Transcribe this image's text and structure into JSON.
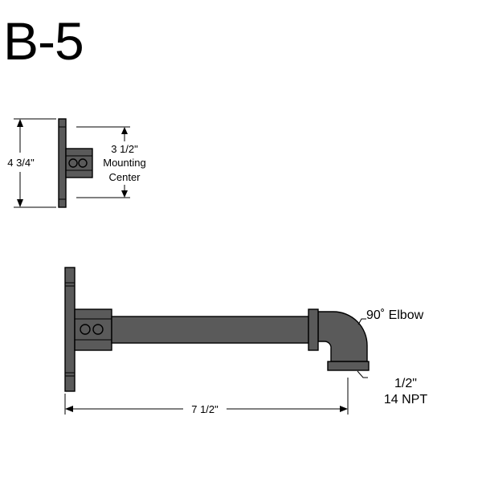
{
  "title": "B-5",
  "labels": {
    "bracket_height": "4 3/4\"",
    "mounting_center_value": "3 1/2\"",
    "mounting_center_line1": "Mounting",
    "mounting_center_line2": "Center",
    "elbow": "90˚ Elbow",
    "npt_line1": "1/2\"",
    "npt_line2": "14 NPT",
    "length": "7 1/2\""
  },
  "colors": {
    "part_fill": "#5a5a5a",
    "line": "#000000"
  }
}
